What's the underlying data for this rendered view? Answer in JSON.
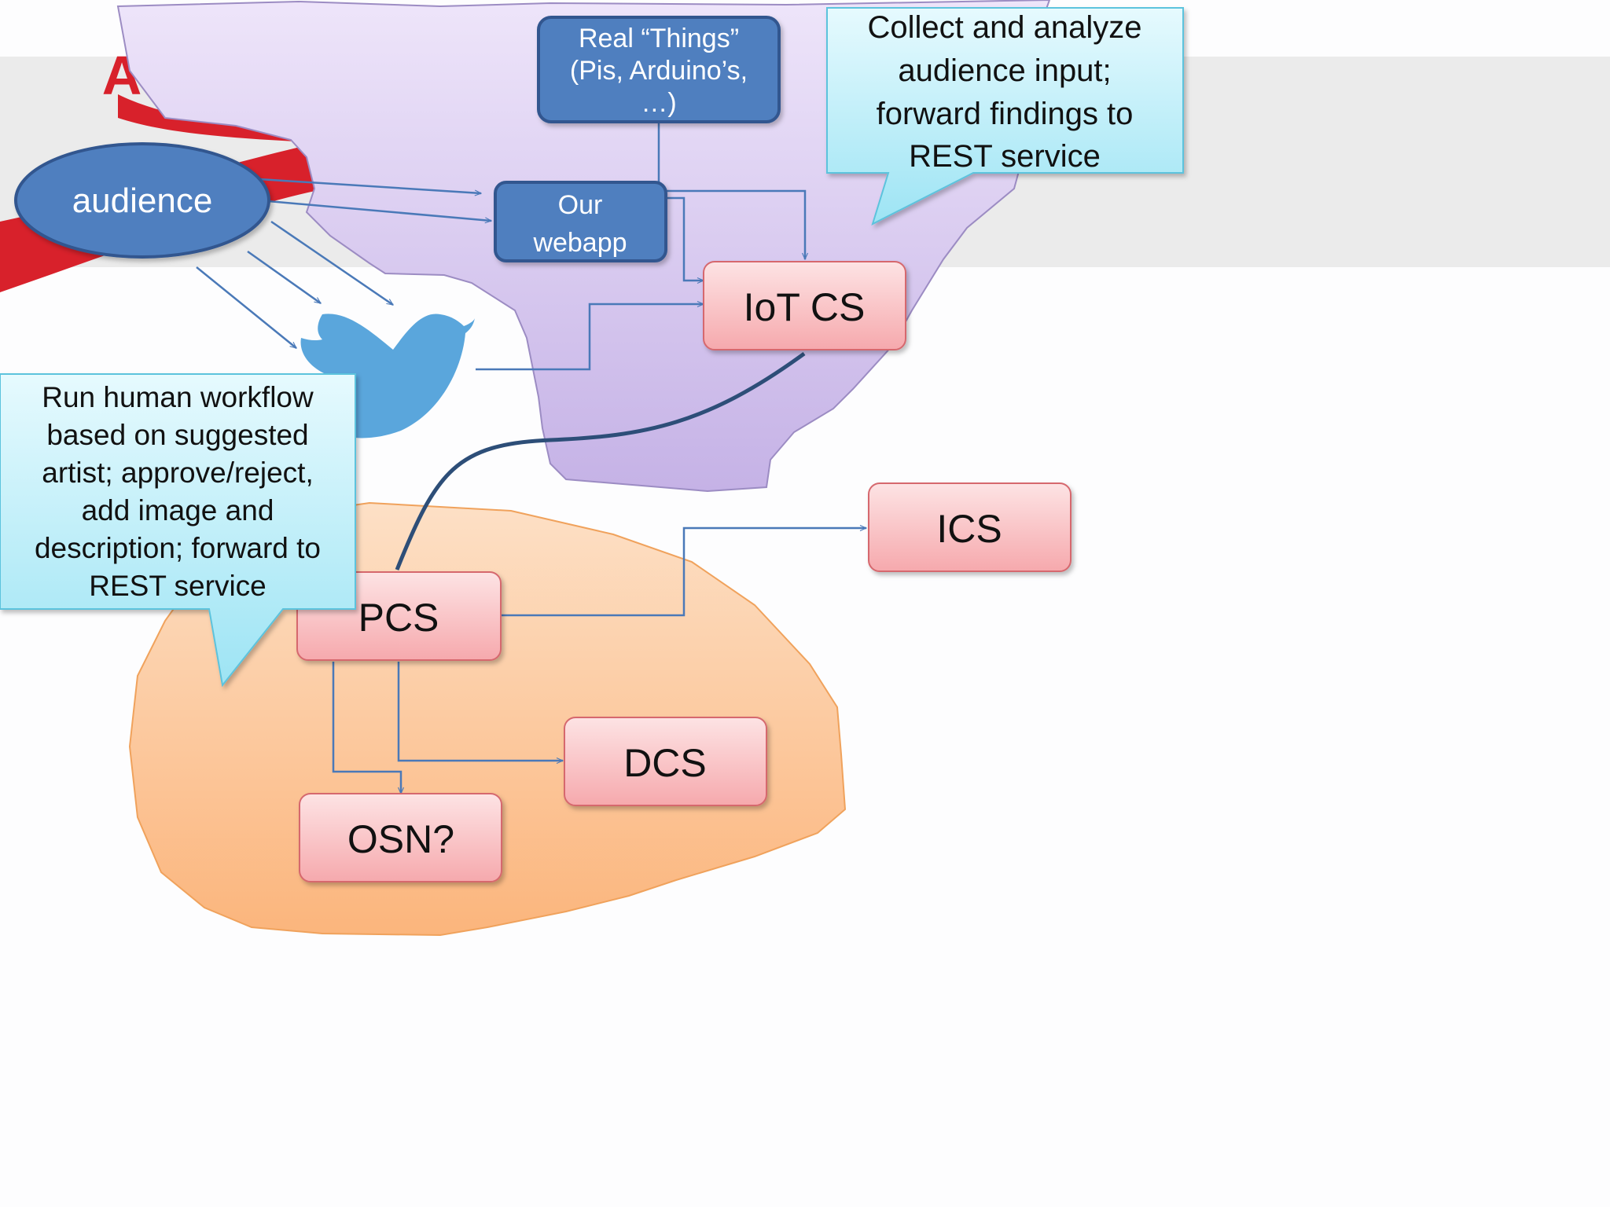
{
  "logo_text": "A",
  "nodes": {
    "audience": "audience",
    "real_things": [
      "Real “Things”",
      "(Pis, Arduino’s,",
      "…)"
    ],
    "webapp": [
      "Our",
      "webapp"
    ],
    "iot_cs": "IoT CS",
    "ics": "ICS",
    "pcs": "PCS",
    "dcs": "DCS",
    "osn": "OSN?"
  },
  "callouts": {
    "collect": [
      "Collect and analyze",
      "audience input;",
      "forward findings to",
      "REST service"
    ],
    "workflow": [
      "Run human workflow",
      "based on suggested",
      "artist; approve/reject,",
      "add image and",
      "description; forward to",
      "REST service"
    ]
  },
  "icons": {
    "social": "twitter-bird-icon"
  },
  "colors": {
    "blue_node": "#4f7fbf",
    "pink_node": "#f7b9bb",
    "callout": "#b8ebf7",
    "purple_region": "#d4c7ef",
    "orange_region": "#fbbd8b",
    "twitter": "#5aa6dc",
    "arrow": "#4a79b8"
  }
}
